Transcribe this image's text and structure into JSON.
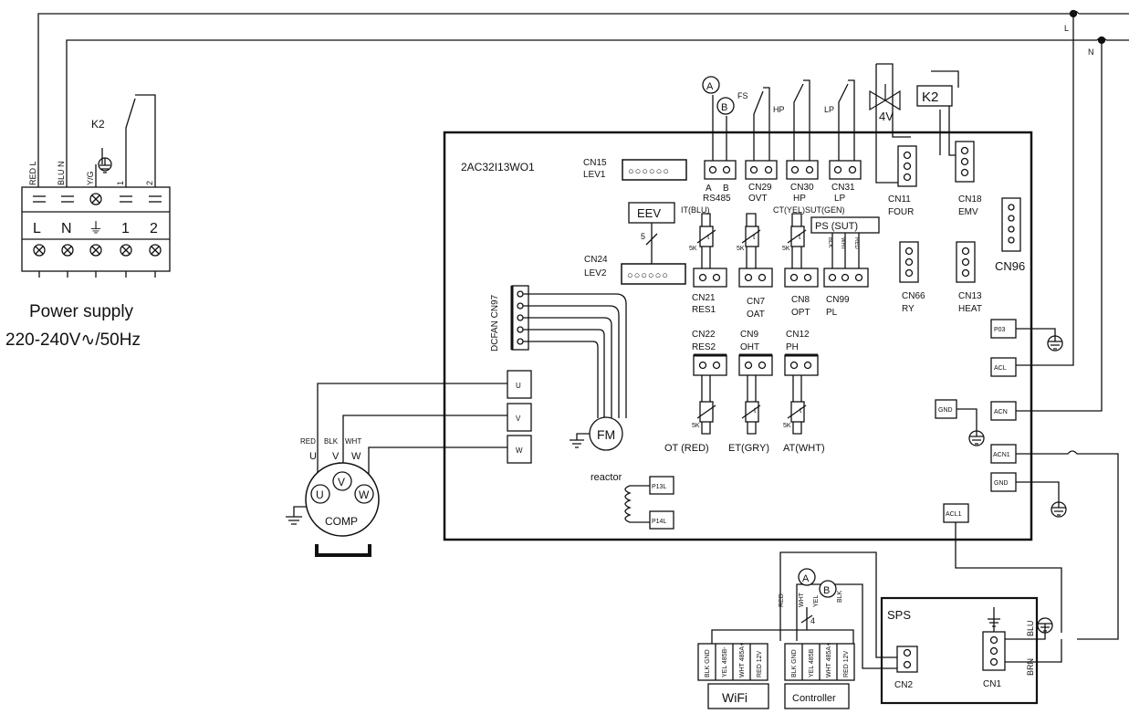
{
  "board_model": "2AC32I13WO1",
  "power": {
    "line1": "Power supply",
    "line2": "220-240V∿/50Hz"
  },
  "terminal_strip": {
    "wire_labels": [
      "RED L",
      "BLU N",
      "Y/G",
      "1",
      "2"
    ],
    "terminals": [
      "L",
      "N",
      "⏚",
      "1",
      "2"
    ],
    "relay": "K2"
  },
  "mains_labels": {
    "L": "L",
    "N": "N"
  },
  "connectors": {
    "cn15": {
      "name": "CN15",
      "sub": "LEV1"
    },
    "rs485": {
      "a": "A",
      "b": "B",
      "name": "RS485"
    },
    "cn29": {
      "name": "CN29",
      "sub": "OVT",
      "switch": "FS"
    },
    "cn30": {
      "name": "CN30",
      "sub": "HP",
      "switch": "HP"
    },
    "cn31": {
      "name": "CN31",
      "sub": "LP",
      "switch": "LP"
    },
    "cn11": {
      "name": "CN11",
      "sub": "FOUR",
      "valve": "4V"
    },
    "cn18": {
      "name": "CN18",
      "sub": "EMV",
      "relay": "K2"
    },
    "cn96": {
      "name": "CN96"
    },
    "eev": {
      "label": "EEV",
      "count": "5"
    },
    "cn24": {
      "name": "CN24",
      "sub": "LEV2"
    },
    "cn21": {
      "name": "CN21",
      "sub": "RES1",
      "sensor": "IT(BLU)"
    },
    "cn7": {
      "name": "CN7",
      "sub": "OAT"
    },
    "cn8": {
      "name": "CN8",
      "sub": "OPT",
      "sensor": "CT(YEL)SUT(GEN)"
    },
    "cn99": {
      "name": "CN99",
      "sub": "PL",
      "ps": "PS (SUT)",
      "wires": [
        "BLK",
        "WHT",
        "RED"
      ]
    },
    "cn66": {
      "name": "CN66",
      "sub": "RY"
    },
    "cn13": {
      "name": "CN13",
      "sub": "HEAT"
    },
    "cn22": {
      "name": "CN22",
      "sub": "RES2",
      "sensor": "OT (RED)"
    },
    "cn9": {
      "name": "CN9",
      "sub": "OHT",
      "sensor": "ET(GRY)"
    },
    "cn12": {
      "name": "CN12",
      "sub": "PH",
      "sensor": "AT(WHT)"
    },
    "cn97": {
      "name": "DCFAN CN97"
    },
    "thermistor": {
      "t": "t",
      "r": "5K"
    }
  },
  "fan": {
    "label": "FM"
  },
  "uvw_blocks": [
    "U",
    "V",
    "W"
  ],
  "compressor": {
    "label": "COMP",
    "wire_colors": [
      "RED",
      "BLK",
      "WHT"
    ],
    "phases": [
      "U",
      "V",
      "W"
    ]
  },
  "reactor": {
    "label": "reactor",
    "p13": "P13L",
    "p14": "P14L"
  },
  "right_terminals": [
    "P03",
    "ACL",
    "ACN",
    "ACN1",
    "GND",
    "ACL1"
  ],
  "gnd_tag": "GND",
  "sps": {
    "label": "SPS",
    "cn2": "CN2",
    "cn1": "CN1",
    "blu": "BLU",
    "brn": "BRN"
  },
  "bus": {
    "a": "A",
    "b": "B",
    "wires": [
      "RED",
      "WHT",
      "YEL",
      "BLK"
    ],
    "count": "4"
  },
  "wifi": {
    "label": "WiFi",
    "pins": [
      "BLK GND",
      "YEL 485B-",
      "WHT 485A+",
      "RED 12V"
    ]
  },
  "controller": {
    "label": "Controller",
    "pins": [
      "BLK GND",
      "YEL 485B",
      "WHT 485A+",
      "RED 12V"
    ]
  }
}
